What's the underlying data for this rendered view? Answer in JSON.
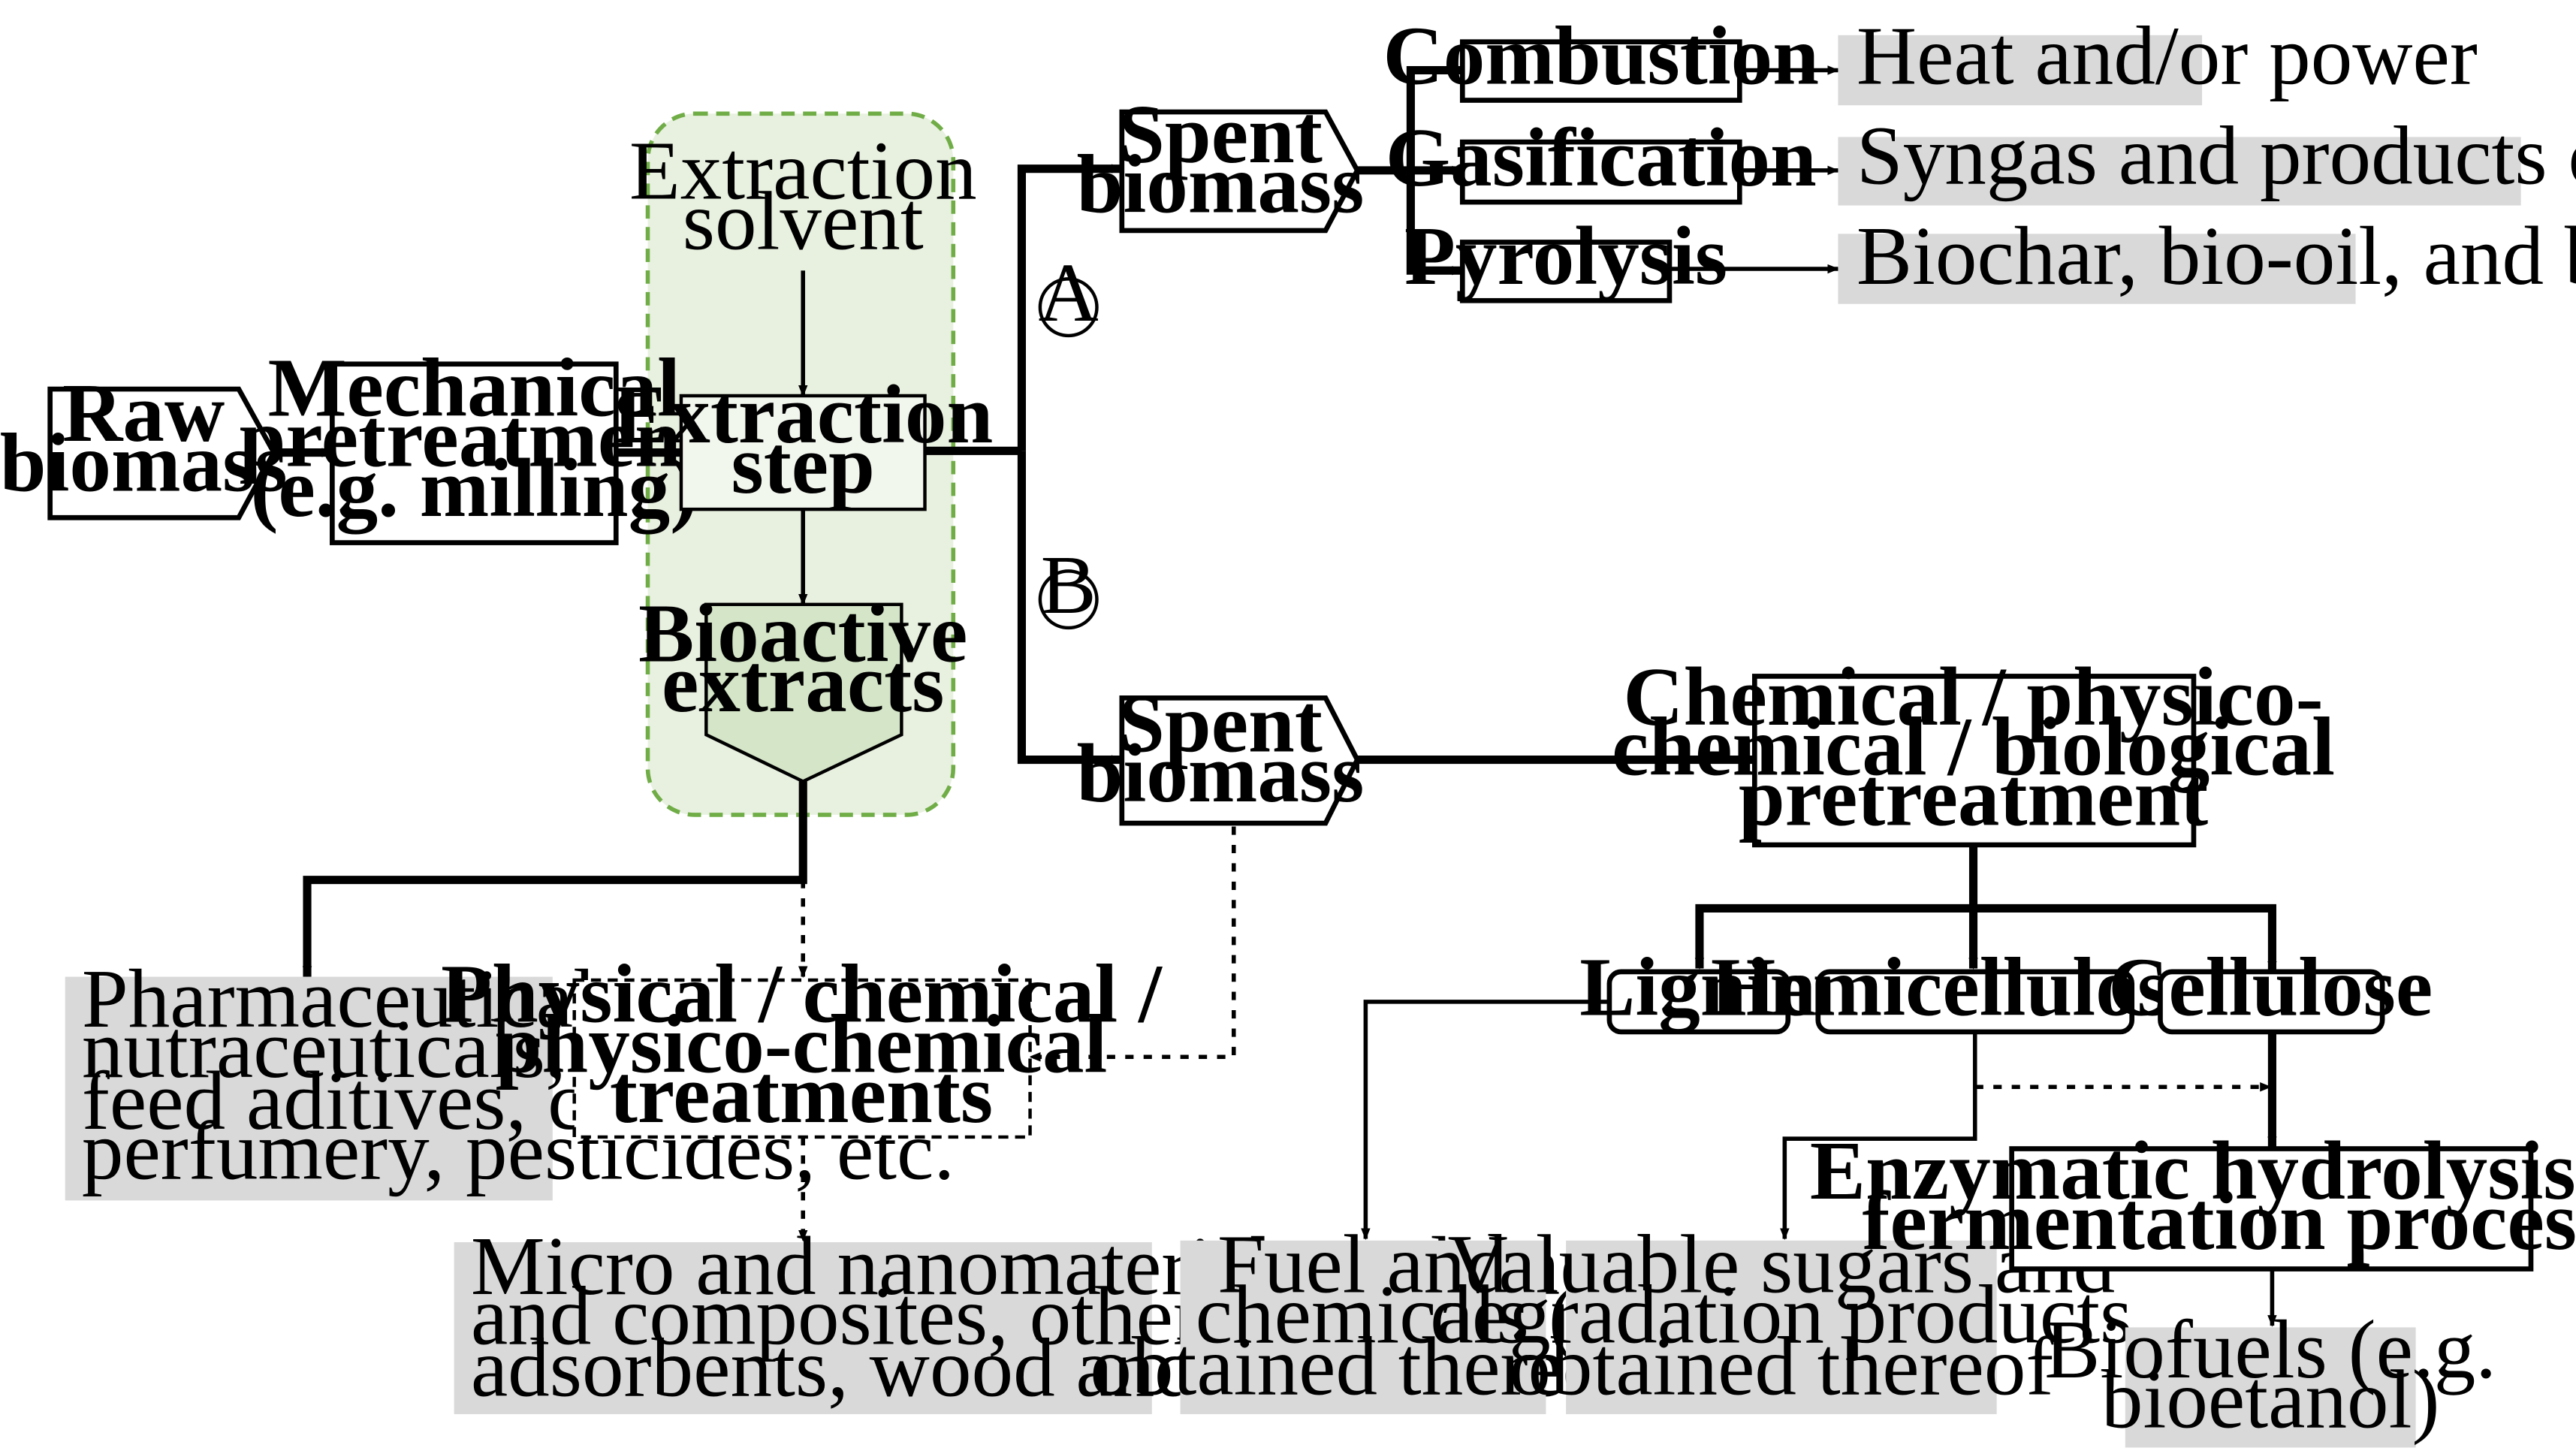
{
  "raw_biomass": [
    "Raw",
    "biomass"
  ],
  "mechanical": [
    "Mechanical",
    "pretreatment",
    "(e.g. milling)"
  ],
  "extraction_solvent": [
    "Extraction",
    "solvent"
  ],
  "extraction_step": [
    "Extraction",
    "step"
  ],
  "bioactive": [
    "Bioactive",
    "extracts"
  ],
  "bioactive_uses": [
    "Pharmaceuticals,",
    "nutraceuticals,  food and",
    "feed aditives, cosmetics,",
    "perfumery,  pesticides,  etc."
  ],
  "physical_treatments": [
    "Physical / chemical /",
    "physico-chemical",
    "treatments"
  ],
  "materials": [
    "Micro and nanomaterials,  polymers",
    "and composites, other materials (e.g.",
    "adsorbents,  wood and steel protection)"
  ],
  "route_a": "A",
  "route_b": "B",
  "spent_a": [
    "Spent",
    "biomass"
  ],
  "spent_b": [
    "Spent",
    "biomass"
  ],
  "combustion": "Combustion",
  "gasification": "Gasification",
  "pyrolysis": "Pyrolysis",
  "heat_power": "Heat and/or power",
  "syngas": "Syngas  and products  obtained  thereof",
  "biochar": "Biochar, bio-oil, and biogas",
  "chem_pretreatment": [
    "Chemical / physico-",
    "chemical / biological",
    "pretreatment"
  ],
  "lignin": "Lignin",
  "hemicelluloses": "Hemicelluloses",
  "cellulose": "Cellulose",
  "fuel_chemicals": [
    "Fuel and",
    "chemicals",
    "obtained thereof"
  ],
  "valuable_sugars": [
    "Valuable sugars and",
    "degradation products",
    "obtained thereof"
  ],
  "enzymatic": [
    "Enzymatic  hydrolysis  and",
    "fermentation  processes"
  ],
  "biofuels": [
    "Biofuels (e.g.",
    "bioetanol)"
  ],
  "colors": {
    "extraction_zone_fill": "#e8f1e0",
    "extraction_zone_border": "#70ad47",
    "bioactive_fill": "#d5e6c8",
    "product_box": "#d9d9d9"
  }
}
